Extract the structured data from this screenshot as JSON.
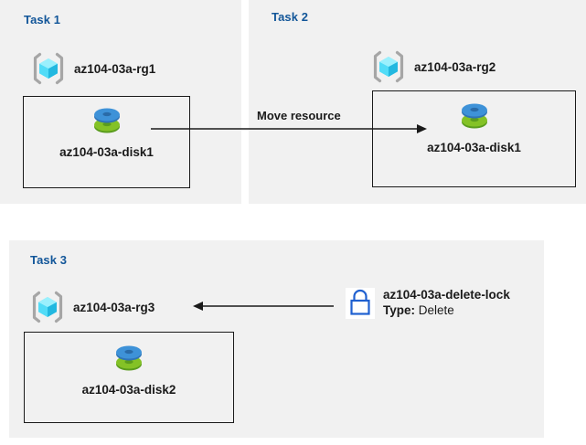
{
  "diagram": {
    "background": "#ffffff",
    "panel_background": "#f1f1f1",
    "title_color": "#125699",
    "text_color": "#1a1a1a",
    "line_color": "#1a1a1a",
    "lock_color": "#1f60d0",
    "cube_color": "#49dffb",
    "bracket_color": "#a6a6a6",
    "disk_blue": "#3b8fd4",
    "disk_green": "#7ab42c"
  },
  "tasks": [
    {
      "title": "Task 1",
      "resource_group": {
        "label": "az104-03a-rg1",
        "icon": "resource-group-icon"
      },
      "resource": {
        "label": "az104-03a-disk1",
        "icon": "managed-disk-icon"
      }
    },
    {
      "title": "Task 2",
      "resource_group": {
        "label": "az104-03a-rg2",
        "icon": "resource-group-icon"
      },
      "resource": {
        "label": "az104-03a-disk1",
        "icon": "managed-disk-icon"
      }
    },
    {
      "title": "Task 3",
      "resource_group": {
        "label": "az104-03a-rg3",
        "icon": "resource-group-icon"
      },
      "resource": {
        "label": "az104-03a-disk2",
        "icon": "managed-disk-icon"
      }
    }
  ],
  "connectors": {
    "move_resource": {
      "caption": "Move resource",
      "direction": "right"
    },
    "lock_applies_to": {
      "caption": "",
      "direction": "left"
    }
  },
  "lock": {
    "icon": "lock-icon",
    "name": "az104-03a-delete-lock",
    "type_key": "Type:",
    "type_value": "Delete"
  }
}
